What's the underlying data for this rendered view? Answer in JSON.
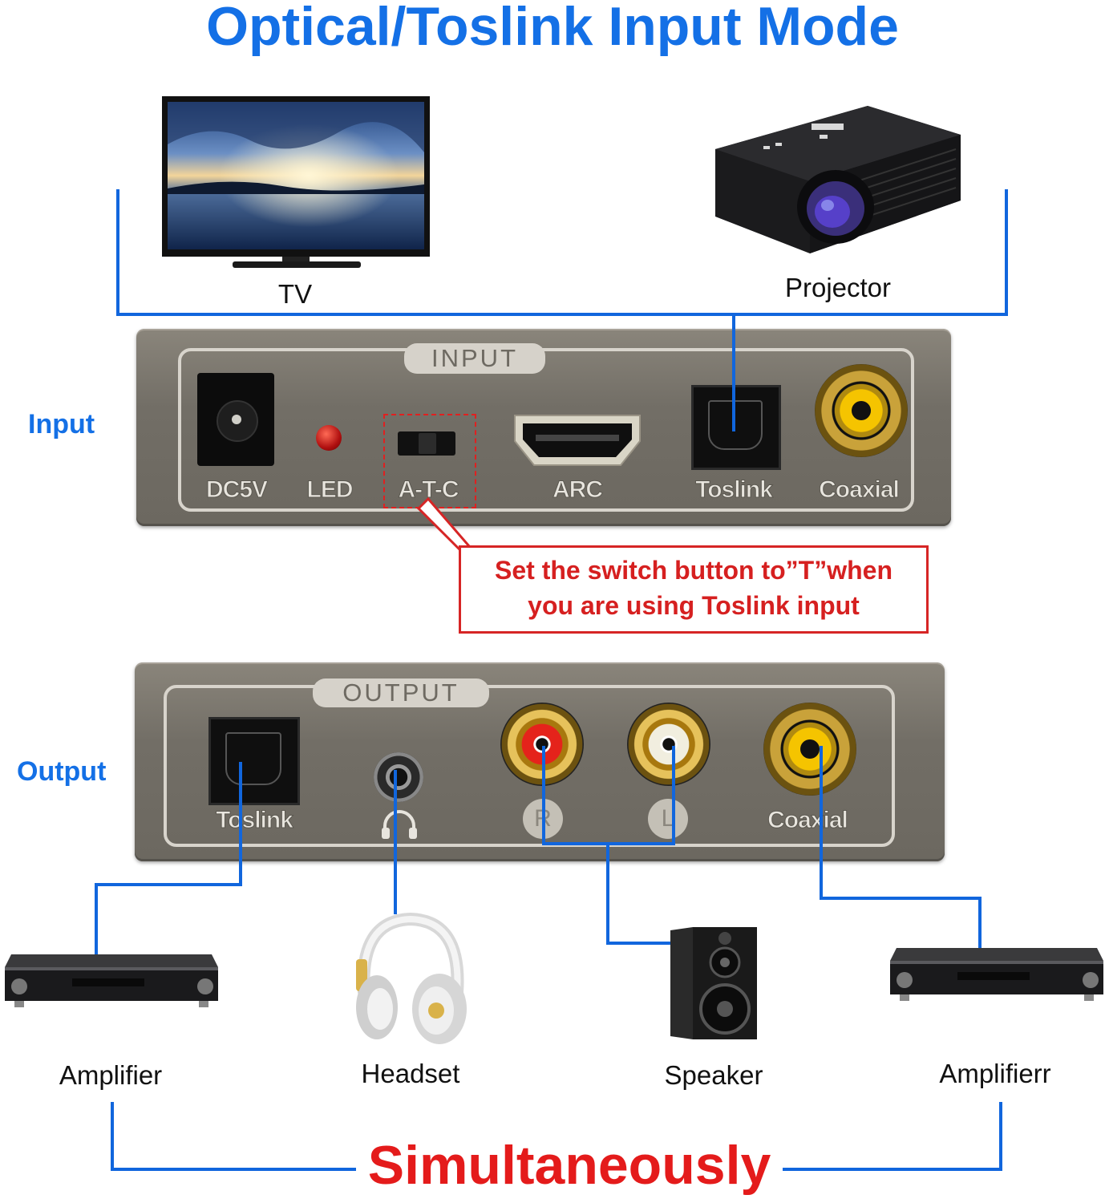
{
  "title": "Optical/Toslink Input Mode",
  "devices_top": {
    "tv": "TV",
    "projector": "Projector"
  },
  "side_labels": {
    "input": "Input",
    "output": "Output"
  },
  "input_panel": {
    "tag": "INPUT",
    "ports": [
      "DC5V",
      "LED",
      "A-T-C",
      "ARC",
      "Toslink",
      "Coaxial"
    ]
  },
  "callout": {
    "line1": "Set the switch button to”T”when",
    "line2": "you are using Toslink input"
  },
  "output_panel": {
    "tag": "OUTPUT",
    "ports": {
      "toslink": "Toslink",
      "r": "R",
      "l": "L",
      "coaxial": "Coaxial"
    }
  },
  "devices_bottom": {
    "amplifier_left": "Amplifier",
    "headset": "Headset",
    "speaker": "Speaker",
    "amplifier_right": "Amplifierr"
  },
  "footer": "Simultaneously",
  "colors": {
    "title": "#1470e6",
    "wire": "#1166dd",
    "callout": "#d62020",
    "footer": "#e41b1b",
    "panel": "#76726a"
  }
}
